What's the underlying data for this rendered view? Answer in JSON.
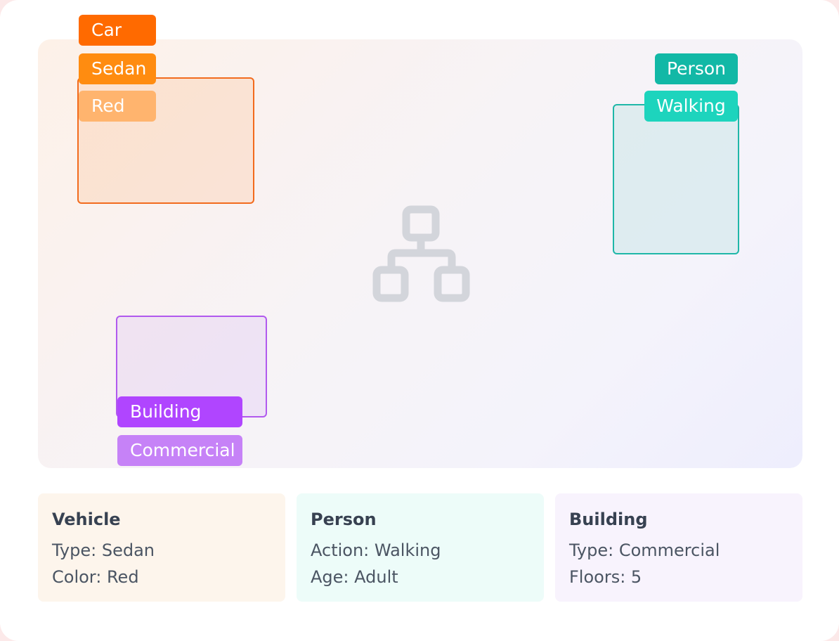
{
  "annotations": {
    "vehicle_tags": [
      "Car",
      "Sedan",
      "Red"
    ],
    "person_tags": [
      "Person",
      "Walking"
    ],
    "building_tags": [
      "Building",
      "Commercial"
    ]
  },
  "center_icon": "hierarchy-icon",
  "colors": {
    "vehicle": "#ff6a00",
    "person": "#12b8a6",
    "building": "#b045ff"
  },
  "cards": [
    {
      "title": "Vehicle",
      "lines": [
        "Type: Sedan",
        "Color: Red"
      ]
    },
    {
      "title": "Person",
      "lines": [
        "Action: Walking",
        "Age: Adult"
      ]
    },
    {
      "title": "Building",
      "lines": [
        "Type: Commercial",
        "Floors: 5"
      ]
    }
  ]
}
